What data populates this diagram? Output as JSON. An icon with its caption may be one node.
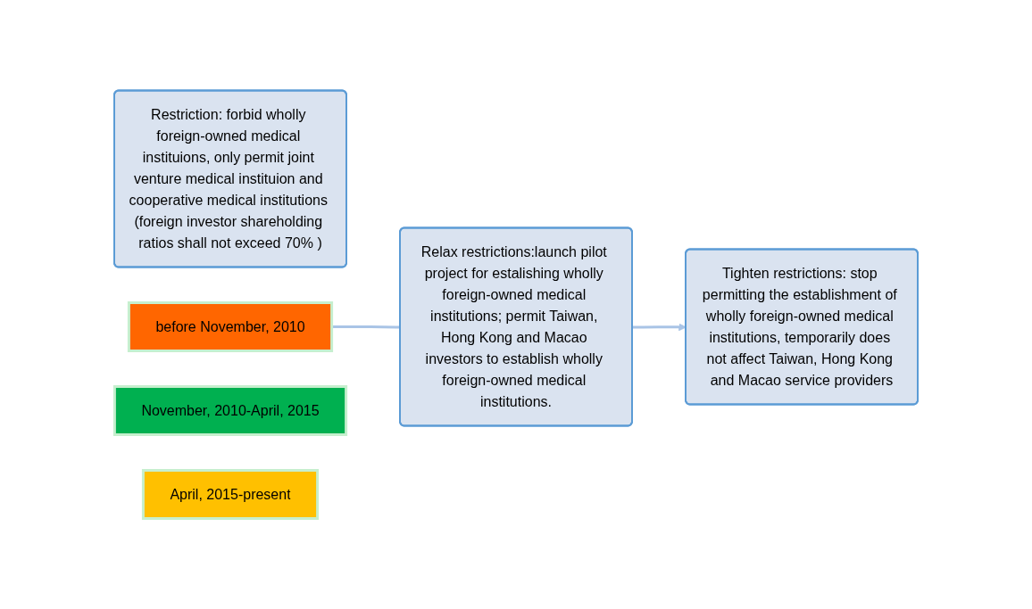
{
  "diagram": {
    "nodes": [
      {
        "text": [
          "Restriction: forbid wholly foreign-owned medical instituions, only permit joint venture medical instituion and cooperative medical institutions (foreign investor shareholding ratios shall not exceed 70% )"
        ]
      },
      {
        "text": [
          "before November, 2010"
        ]
      },
      {
        "text": [
          "Relax restrictions:launch pilot project for estalishing wholly foreign-owned medical institutions; permit Taiwan, Hong Kong and Macao investors to establish wholly foreign-owned medical institutions."
        ]
      },
      {
        "text": [
          "November, 2010-April, 2015"
        ]
      },
      {
        "text": [
          "Tighten restrictions: stop permitting the establishment of wholly foreign-owned medical institutions, temporarily does not affect Taiwan, Hong Kong and Macao service providers"
        ]
      },
      {
        "text": [
          "April, 2015-present"
        ]
      }
    ],
    "edges": [
      {
        "from": 1,
        "to": 2,
        "arrow": "none"
      },
      {
        "from": 2,
        "to": 4,
        "arrow": "to"
      }
    ]
  }
}
